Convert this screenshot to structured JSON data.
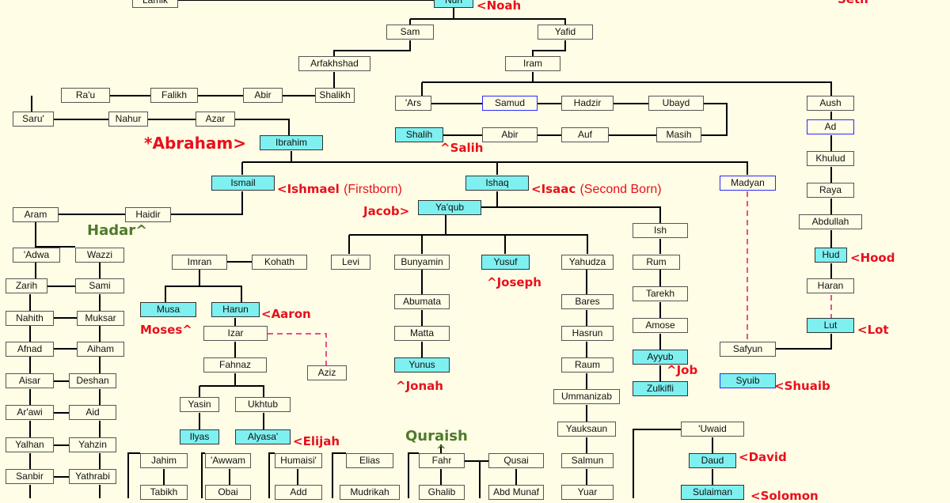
{
  "nodes": {
    "lamik": "Lamik",
    "nuh": "Nuh",
    "sam": "Sam",
    "yafid": "Yafid",
    "arfakhshad": "Arfakhshad",
    "iram": "Iram",
    "rau": "Ra'u",
    "falikh": "Falikh",
    "abir1": "Abir",
    "shalikh": "Shalikh",
    "saru": "Saru'",
    "nahur": "Nahur",
    "azar": "Azar",
    "ibrahim": "Ibrahim",
    "ars": "'Ars",
    "samud": "Samud",
    "hadzir": "Hadzir",
    "ubayd": "Ubayd",
    "shalih": "Shalih",
    "abir2": "Abir",
    "auf": "Auf",
    "masih": "Masih",
    "aush": "Aush",
    "ad": "Ad",
    "khulud": "Khulud",
    "raya": "Raya",
    "abdullah": "Abdullah",
    "hud": "Hud",
    "haran": "Haran",
    "lut": "Lut",
    "ismail": "Ismail",
    "ishaq": "Ishaq",
    "madyan": "Madyan",
    "aram": "Aram",
    "haidir": "Haidir",
    "yaqub": "Ya'qub",
    "adwa": "'Adwa",
    "wazzi": "Wazzi",
    "zarih": "Zarih",
    "sami": "Sami",
    "nahith": "Nahith",
    "muksar": "Muksar",
    "afnad": "Afnad",
    "aiham": "Aiham",
    "aisar": "Aisar",
    "deshan": "Deshan",
    "arawi": "Ar'awi",
    "aid": "Aid",
    "yalhan": "Yalhan",
    "yahzin": "Yahzin",
    "sanbir": "Sanbir",
    "yathrabi": "Yathrabi",
    "imran": "Imran",
    "kohath": "Kohath",
    "levi": "Levi",
    "bunyamin": "Bunyamin",
    "yusuf": "Yusuf",
    "yahudza": "Yahudza",
    "ish": "Ish",
    "rum": "Rum",
    "tarekh": "Tarekh",
    "amose": "Amose",
    "ayyub": "Ayyub",
    "zulkifli": "Zulkifli",
    "musa": "Musa",
    "harun": "Harun",
    "izar": "Izar",
    "aziz": "Aziz",
    "fahnaz": "Fahnaz",
    "yasin": "Yasin",
    "ukhtub": "Ukhtub",
    "ilyas": "Ilyas",
    "alyasa": "Alyasa'",
    "abumata": "Abumata",
    "matta": "Matta",
    "yunus": "Yunus",
    "bares": "Bares",
    "hasrun": "Hasrun",
    "raum": "Raum",
    "ummanizab": "Ummanizab",
    "yauksaun": "Yauksaun",
    "salmun": "Salmun",
    "yuar": "Yuar",
    "safyun": "Safyun",
    "syuib": "Syuib",
    "uwaid": "'Uwaid",
    "daud": "Daud",
    "sulaiman": "Sulaiman",
    "jahim": "Jahim",
    "awwam": "'Awwam",
    "humaisi": "Humaisi'",
    "elias": "Elias",
    "fahr": "Fahr",
    "qusai": "Qusai",
    "tabikh": "Tabikh",
    "obai": "Obai",
    "add": "Add",
    "mudrikah": "Mudrikah",
    "ghalib": "Ghalib",
    "abdmunaf": "Abd Munaf"
  },
  "labels": {
    "noah": "<Noah",
    "abraham": "*Abraham>",
    "salih": "^Salih",
    "ishmael": "<Ishmael",
    "ishmael_note": "(Firstborn)",
    "isaac": "<Isaac",
    "isaac_note": "(Second Born)",
    "jacob": "Jacob>",
    "hadar": "Hadar^",
    "hood": "<Hood",
    "joseph": "^Joseph",
    "aaron": "<Aaron",
    "moses": "Moses^",
    "lot": "<Lot",
    "job": "^Job",
    "shuaib": "<Shuaib",
    "elijah": "<Elijah",
    "jonah": "^Jonah",
    "quraish": "Quraish",
    "quraish_caret": "^",
    "david": "<David",
    "solomon": "<Solomon",
    "seth": "Seth"
  },
  "colors": {
    "prophet_fill": "#7ff0f0",
    "background": "#fffde6",
    "label_red": "#e8101c",
    "label_green": "#4e7a2a",
    "dashed_link": "#ee4d8a",
    "box_blue_border": "#2a2aff"
  }
}
